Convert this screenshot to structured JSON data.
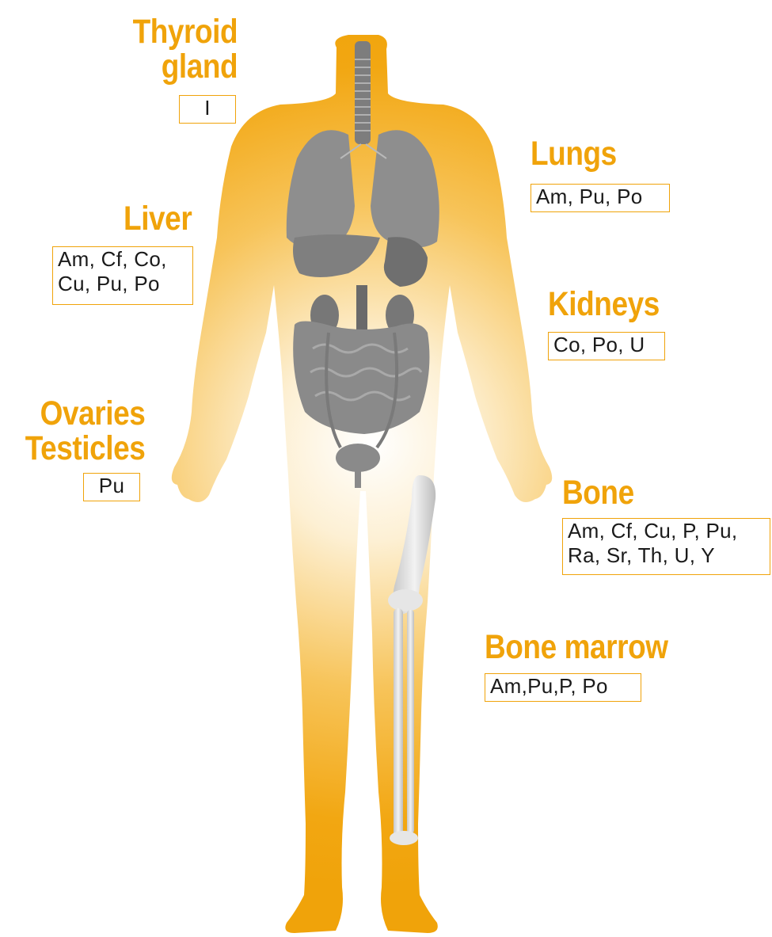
{
  "colors": {
    "accent": "#f0a30a",
    "organ_gray": "#8c8c8c",
    "bone": "#dcdcdc"
  },
  "labels": {
    "thyroid": {
      "title": "Thyroid\ngland",
      "elements": "I"
    },
    "lungs": {
      "title": "Lungs",
      "elements": "Am, Pu, Po"
    },
    "liver": {
      "title": "Liver",
      "elements": "Am, Cf, Co,\nCu, Pu, Po"
    },
    "kidneys": {
      "title": "Kidneys",
      "elements": "Co, Po, U"
    },
    "ovaries_testicles": {
      "title": "Ovaries\nTesticles",
      "elements": "Pu"
    },
    "bone": {
      "title": "Bone",
      "elements": "Am, Cf, Cu, P, Pu,\nRa, Sr, Th, U, Y"
    },
    "bone_marrow": {
      "title": "Bone marrow",
      "elements": "Am,Pu,P, Po"
    }
  }
}
